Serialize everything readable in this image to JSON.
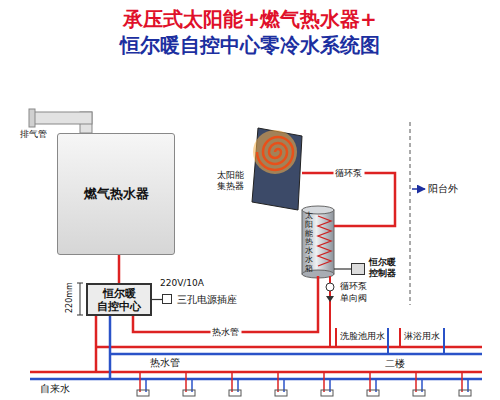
{
  "diagram": {
    "title": "承压式太阳能+燃气热水器+ 恒尔暖自控中心零冷水系统图",
    "nodes": [
      {
        "text": [
          "燃气热水器"
        ]
      },
      {
        "text": [
          "恒尔暖 自控中心"
        ]
      },
      {
        "text": [
          "太阳能 集热器"
        ]
      },
      {
        "text": [
          "太阳能热水水箱"
        ]
      },
      {
        "text": [
          "恒尔暖 控制器"
        ]
      },
      {
        "text": [
          "三孔电源插座"
        ]
      }
    ],
    "edges": [
      {
        "from": 2,
        "to": 3,
        "label": "循环泵",
        "arrow": "none"
      },
      {
        "from": 3,
        "to": 1,
        "label": "热水管",
        "arrow": "none"
      },
      {
        "from": 1,
        "to": 0,
        "arrow": "none"
      },
      {
        "from": 1,
        "to": 5,
        "arrow": "none"
      },
      {
        "from": 4,
        "to": 3,
        "arrow": "none"
      }
    ],
    "labels": [
      "排气管",
      "220mm",
      "220V/10A",
      "阳台外",
      "循环泵",
      "单向阀",
      "洗脸池用水",
      "淋浴用水",
      "热水管",
      "二楼",
      "自来水"
    ]
  }
}
